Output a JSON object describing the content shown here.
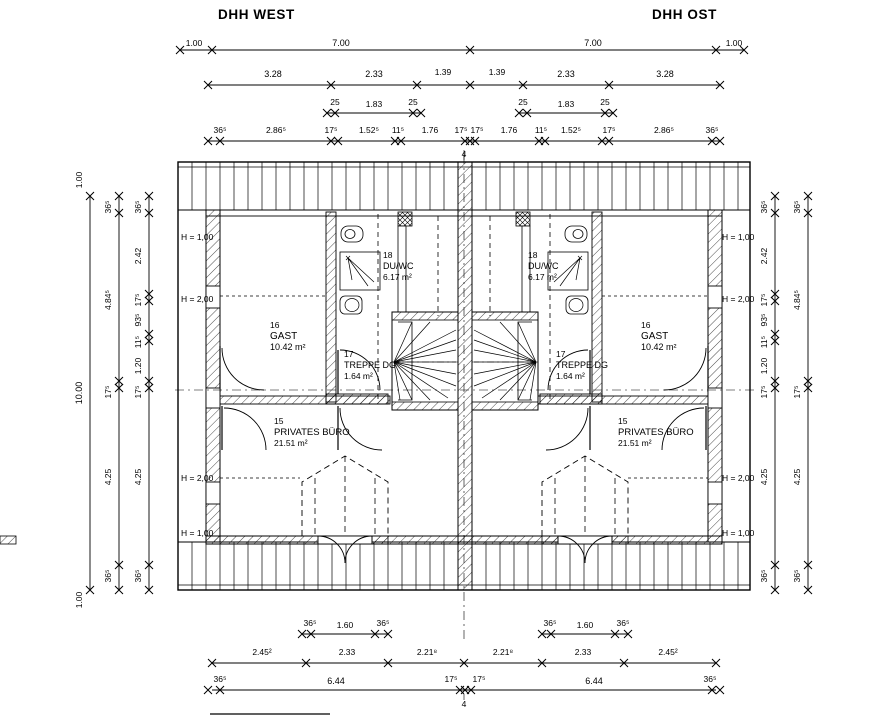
{
  "titles": {
    "west": "DHH WEST",
    "ost": "DHH OST"
  },
  "axis_markers": {
    "top": "4",
    "bottom": "4"
  },
  "rooms": {
    "west": [
      {
        "num": "16",
        "name": "GAST",
        "area": "10.42 m²"
      },
      {
        "num": "18",
        "name": "DU/WC",
        "area": "6.17 m²"
      },
      {
        "num": "17",
        "name": "TREPPE DG",
        "area": "1.64 m²"
      },
      {
        "num": "15",
        "name": "PRIVATES BÜRO",
        "area": "21.51 m²"
      }
    ],
    "ost": [
      {
        "num": "16",
        "name": "GAST",
        "area": "10.42 m²"
      },
      {
        "num": "18",
        "name": "DU/WC",
        "area": "6.17 m²"
      },
      {
        "num": "17",
        "name": "TREPPE DG",
        "area": "1.64 m²"
      },
      {
        "num": "15",
        "name": "PRIVATES BÜRO",
        "area": "21.51 m²"
      }
    ]
  },
  "height_labels": {
    "h100": "H = 1,00",
    "h200": "H = 2,00"
  },
  "dimensions": {
    "top_row1": [
      "1.00",
      "7.00",
      "7.00",
      "1.00"
    ],
    "top_row2": [
      "3.28",
      "2.33",
      "1.39",
      "1.39",
      "2.33",
      "3.28"
    ],
    "top_row3": [
      "25",
      "1.83",
      "25",
      "25",
      "1.83",
      "25"
    ],
    "top_row4": [
      "36⁵",
      "2.86⁵",
      "17⁵",
      "1.52⁵",
      "11⁵",
      "1.76",
      "17⁵",
      "17⁵",
      "1.76",
      "11⁵",
      "1.52⁵",
      "17⁵",
      "2.86⁵",
      "36⁵"
    ],
    "left_outer": [
      "1.00",
      "10.00",
      "1.00"
    ],
    "left_mid": [
      "36⁵",
      "4.84⁵",
      "17⁵",
      "4.25",
      "36⁵"
    ],
    "left_inner": [
      "36⁵",
      "2.42",
      "17⁵",
      "93⁵",
      "11⁵",
      "1.20",
      "17⁵",
      "4.25",
      "36⁵"
    ],
    "right_inner": [
      "36⁵",
      "2.42",
      "17⁵",
      "93⁵",
      "11⁵",
      "1.20",
      "17⁵",
      "4.25",
      "36⁵"
    ],
    "right_mid": [
      "36⁵",
      "4.84⁵",
      "17⁵",
      "4.25",
      "36⁵"
    ],
    "bottom_row1": [
      "36⁵",
      "1.60",
      "36⁵",
      "36⁵",
      "1.60",
      "36⁵"
    ],
    "bottom_row2": [
      "2.45²",
      "2.33",
      "2.21⁸",
      "2.21⁸",
      "2.33",
      "2.45²"
    ],
    "bottom_row3": [
      "36⁵",
      "6.44",
      "17⁵",
      "17⁵",
      "6.44",
      "36⁵"
    ]
  }
}
